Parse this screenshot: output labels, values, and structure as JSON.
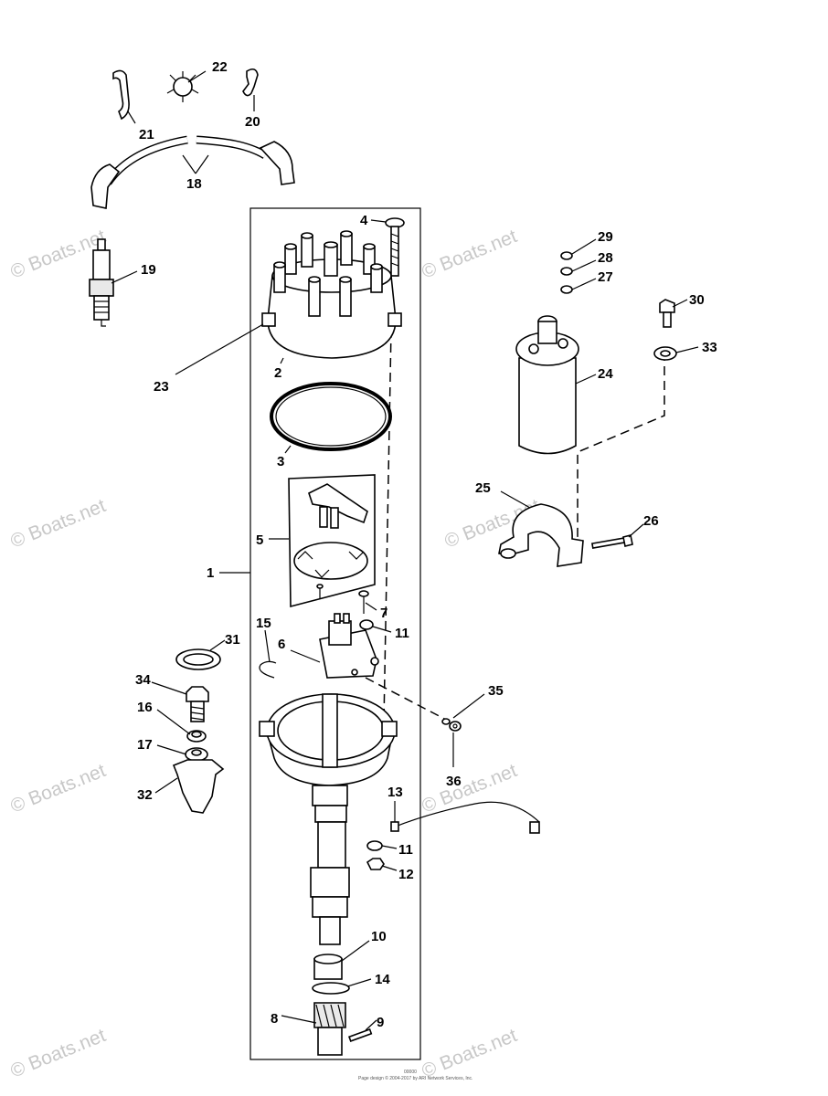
{
  "diagram": {
    "watermark": "© Boats.net",
    "footer_code": "00000",
    "footer_copyright": "Page design © 2004-2017 by ARI Network Services, Inc.",
    "callouts": [
      "1",
      "2",
      "3",
      "4",
      "5",
      "6",
      "7",
      "8",
      "9",
      "10",
      "11",
      "11",
      "12",
      "13",
      "14",
      "15",
      "16",
      "17",
      "18",
      "19",
      "20",
      "21",
      "22",
      "23",
      "24",
      "25",
      "26",
      "27",
      "28",
      "29",
      "30",
      "31",
      "32",
      "33",
      "34",
      "35",
      "36"
    ]
  }
}
